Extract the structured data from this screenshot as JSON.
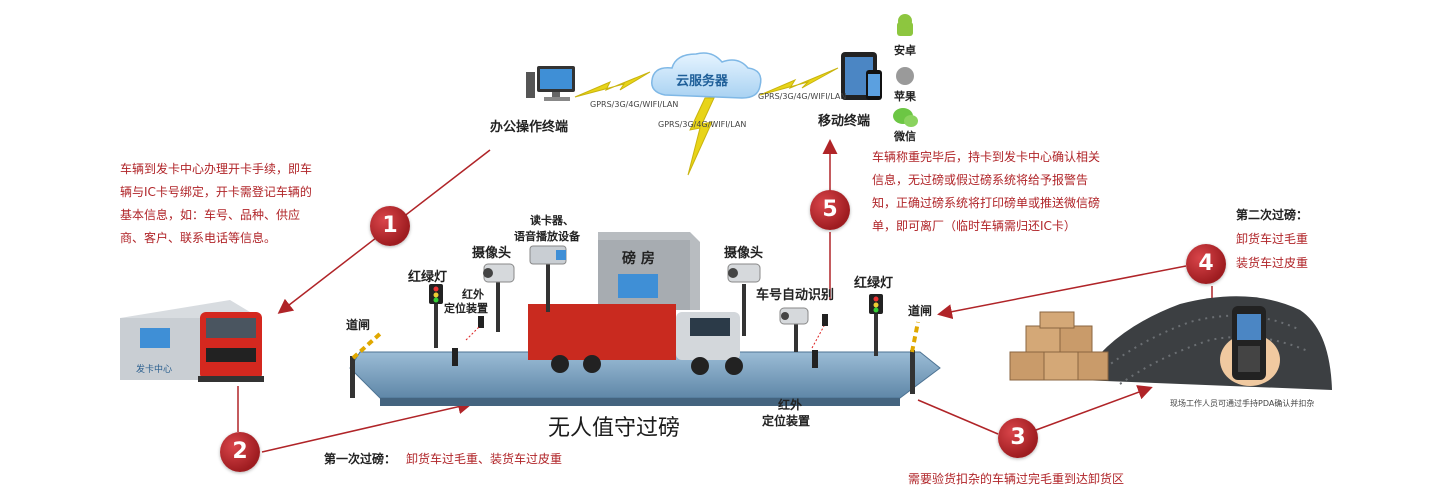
{
  "network": {
    "office_terminal": "办公操作终端",
    "cloud_server": "云服务器",
    "mobile_terminal": "移动终端",
    "link_left": "GPRS/3G/4G/WIFI/LAN",
    "link_bottom": "GPRS/3G/4G/WIFI/LAN",
    "link_right": "GPRS/3G/4G/WIFI/LAN",
    "android": "安卓",
    "apple": "苹果",
    "wechat": "微信"
  },
  "steps": {
    "s1": "1",
    "s2": "2",
    "s3": "3",
    "s4": "4",
    "s5": "5"
  },
  "notes": {
    "step1": "车辆到发卡中心办理开卡手续，即车辆与IC卡号绑定，开卡需登记车辆的基本信息，如：车号、品种、供应商、客户、联系电话等信息。",
    "step5": "车辆称重完毕后，持卡到发卡中心确认相关信息，无过磅或假过磅系统将给予报警告知，正确过磅系统将打印磅单或推送微信磅单，即可离厂（临时车辆需归还IC卡）",
    "step4_title": "第二次过磅：",
    "step4_line1": "卸货车过毛重",
    "step4_line2": "装货车过皮重",
    "step2_title": "第一次过磅：",
    "step2_text": "卸货车过毛重、装货车过皮重",
    "step3_text": "需要验货扣杂的车辆过完毛重到达卸货区",
    "pda_caption": "现场工作人员可通过手持PDA确认并扣杂"
  },
  "scene": {
    "card_center": "发卡中心",
    "reader_line1": "读卡器、",
    "reader_line2": "语音播放设备",
    "camera_left": "摄像头",
    "camera_right": "摄像头",
    "weigh_room": "磅 房",
    "traffic_light_left": "红绿灯",
    "traffic_light_right": "红绿灯",
    "infrared_top_1": "红外",
    "infrared_top_2": "定位装置",
    "plate_recognition": "车号自动识别",
    "gate_left": "道闸",
    "gate_right": "道闸",
    "infrared_bottom_1": "红外",
    "infrared_bottom_2": "定位装置",
    "title": "无人值守过磅"
  },
  "colors": {
    "accent_red": "#b02428",
    "platform": "#7fa6c4",
    "lightning": "#e8d418"
  }
}
